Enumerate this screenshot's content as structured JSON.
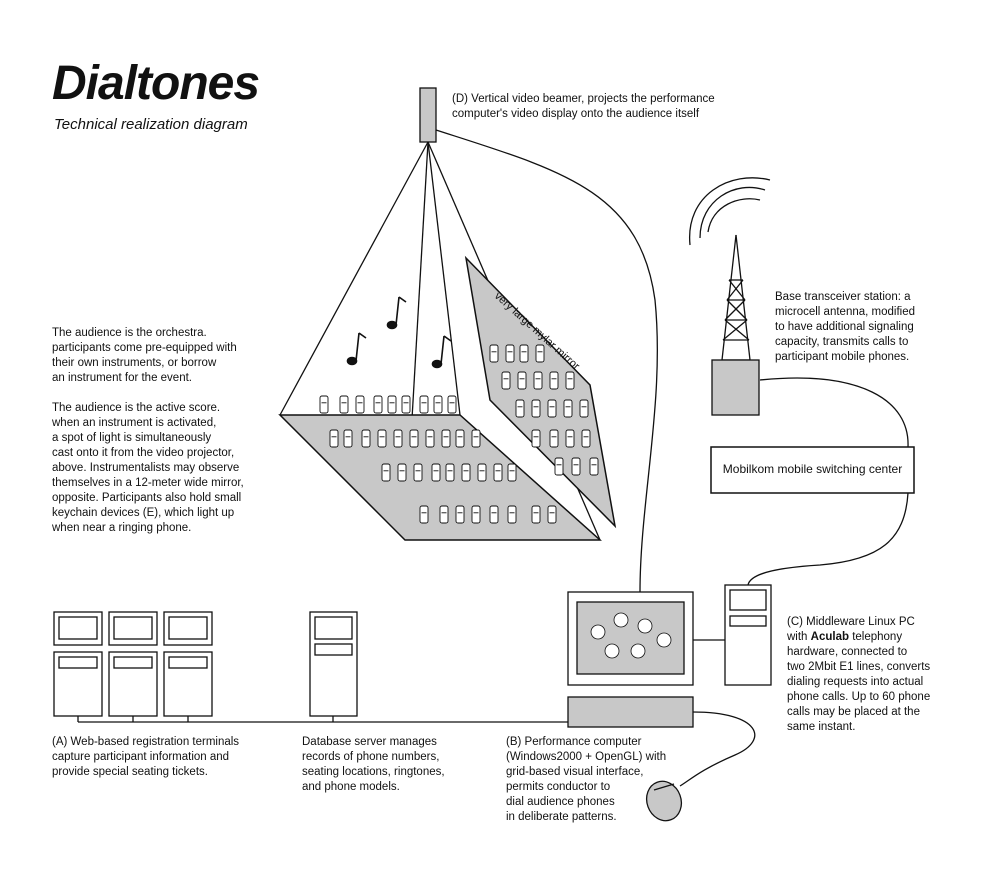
{
  "header": {
    "title": "Dialtones",
    "subtitle": "Technical realization diagram"
  },
  "labels": {
    "beamer": "(D) Vertical video beamer, projects the performance\ncomputer's video display onto the audience itself",
    "mirror": "very large mylar mirror",
    "audience": "The audience is the orchestra.\nparticipants come pre-equipped with\ntheir own instruments, or borrow\nan instrument for the event.\n\nThe audience is the active score.\nwhen an instrument is activated,\na spot of light is simultaneously\ncast onto it from the video projector,\nabove. Instrumentalists may observe\nthemselves in a 12-meter wide mirror,\nopposite. Participants also hold small\nkeychain devices (E), which light up\nwhen near a ringing phone.",
    "base_station": "Base transceiver station: a\nmicrocell antenna, modified\nto have additional signaling\ncapacity, transmits calls to\nparticipant mobile phones.",
    "switching_center": "Mobilkom mobile switching center",
    "middleware_pre": "(C) Middleware Linux PC\nwith ",
    "middleware_bold": "Aculab",
    "middleware_post": " telephony\nhardware, connected to\ntwo 2Mbit E1 lines, converts\ndialing requests into actual\nphone calls. Up to 60 phone\ncalls may be placed at the\nsame instant.",
    "terminals": "(A) Web-based registration terminals\ncapture participant information and\nprovide special seating tickets.",
    "database": "Database server manages\nrecords of phone numbers,\nseating locations, ringtones,\nand phone models.",
    "performance": "(B) Performance computer\n(Windows2000 + OpenGL) with\ngrid-based visual interface,\npermits conductor to\ndial audience phones\nin deliberate patterns."
  },
  "colors": {
    "fill_gray": "#c8c8c8",
    "stroke": "#111111"
  }
}
